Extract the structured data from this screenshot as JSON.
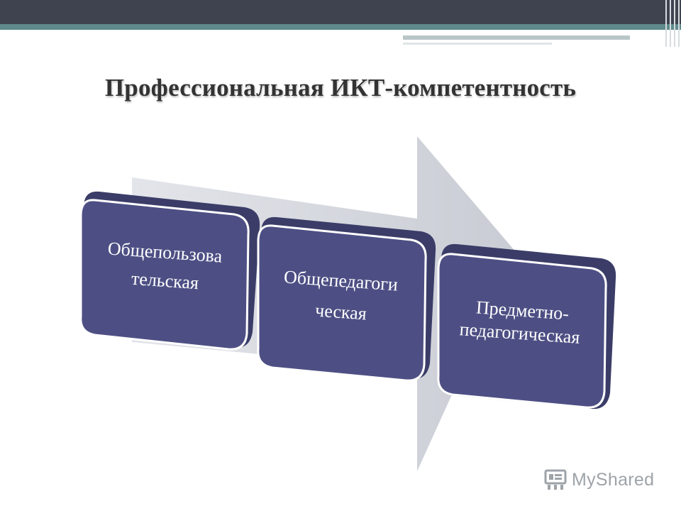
{
  "slide": {
    "title": "Профессиональная ИКТ-компетентность"
  },
  "diagram": {
    "boxes": [
      {
        "line1": "Общепользова",
        "line2": "тельская"
      },
      {
        "line1": "Общепедагоги",
        "line2": "ческая"
      },
      {
        "line1": "Предметно-",
        "line2": "педагогическая"
      }
    ],
    "colors": {
      "box_fill": "#4d4f84",
      "box_border": "#ffffff",
      "arrow_fill": "#d3d6dd",
      "header_dark": "#3f4350",
      "header_teal": "#5e8a8c"
    }
  },
  "watermark": {
    "text": "MyShared",
    "icon": "classroom-board-icon"
  }
}
